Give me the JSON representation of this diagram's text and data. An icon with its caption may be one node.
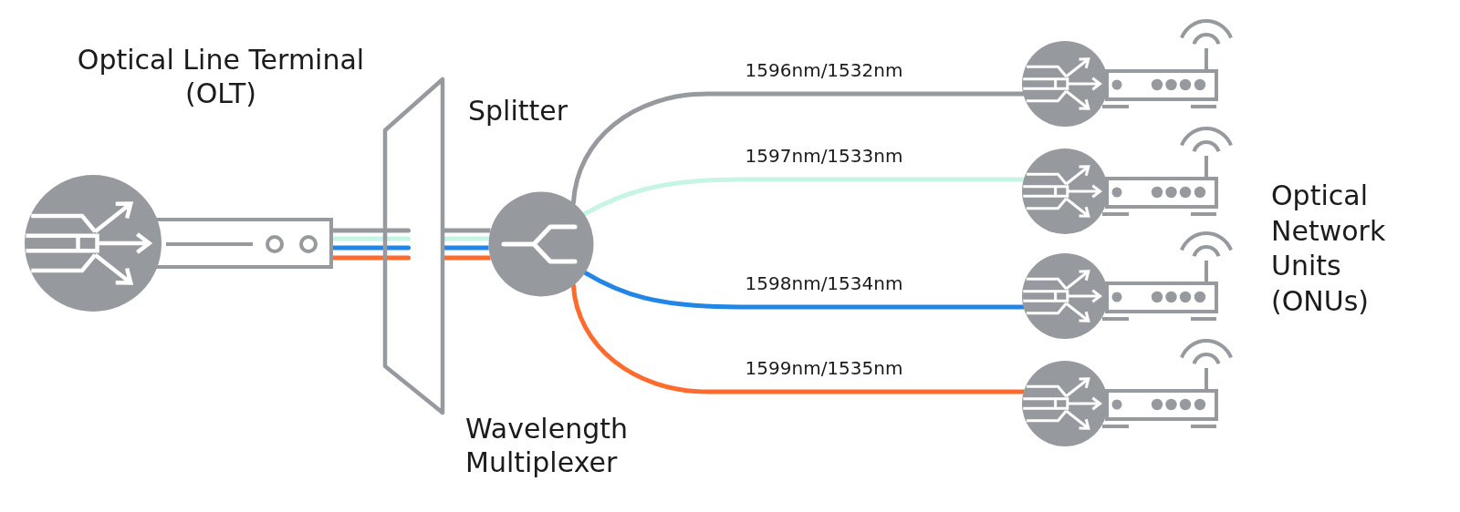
{
  "diagram": {
    "nodes": [
      {
        "text": [
          "Optical Line Terminal (OLT)"
        ]
      },
      {
        "text": [
          "Wavelength Multiplexer"
        ]
      },
      {
        "text": [
          "Splitter"
        ]
      },
      {
        "text": [],
        "shape": "picture"
      },
      {
        "text": [],
        "shape": "picture"
      },
      {
        "text": [],
        "shape": "picture"
      },
      {
        "text": [],
        "shape": "picture"
      }
    ],
    "edges": [
      {
        "from": 0,
        "to": 1,
        "arrow": "none",
        "color": "#96999e"
      },
      {
        "from": 0,
        "to": 1,
        "arrow": "none",
        "color": "#c6f5e5"
      },
      {
        "from": 0,
        "to": 1,
        "arrow": "none",
        "color": "#2186e6"
      },
      {
        "from": 0,
        "to": 1,
        "arrow": "none",
        "color": "#ff6b2c"
      },
      {
        "from": 1,
        "to": 2,
        "arrow": "none",
        "color": "#96999e"
      },
      {
        "from": 1,
        "to": 2,
        "arrow": "none",
        "color": "#c6f5e5"
      },
      {
        "from": 1,
        "to": 2,
        "arrow": "none",
        "color": "#2186e6"
      },
      {
        "from": 1,
        "to": 2,
        "arrow": "none",
        "color": "#ff6b2c"
      },
      {
        "from": 2,
        "to": 3,
        "label": "1596nm/1532nm",
        "arrow": "none",
        "color": "#96999e"
      },
      {
        "from": 2,
        "to": 4,
        "label": "1597nm/1533nm",
        "arrow": "none",
        "color": "#c6f5e5"
      },
      {
        "from": 2,
        "to": 5,
        "label": "1598nm/1534nm",
        "arrow": "none",
        "color": "#2186e6"
      },
      {
        "from": 2,
        "to": 6,
        "label": "1599nm/1535nm",
        "arrow": "none",
        "color": "#ff6b2c"
      }
    ],
    "labels": [
      "Optical Network Units (ONUs)"
    ]
  }
}
